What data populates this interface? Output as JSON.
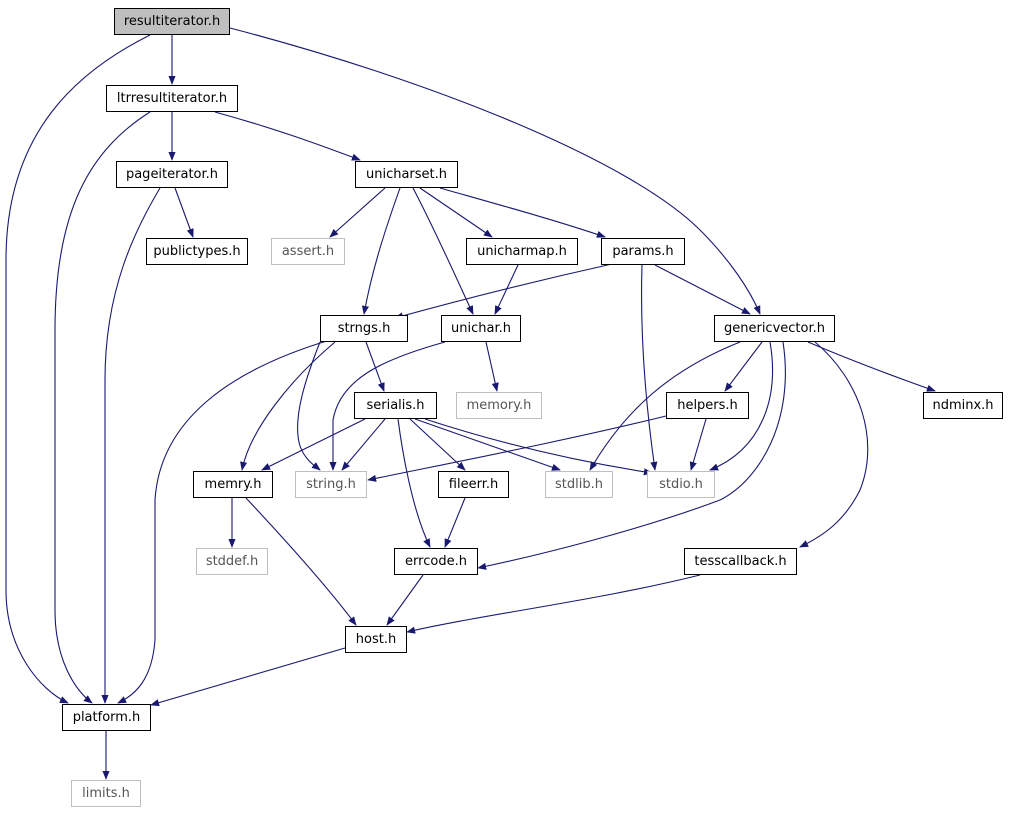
{
  "colors": {
    "edge": "#191970",
    "root_fill": "#bfbfbf",
    "external_border": "#bfbfbf",
    "node_border": "#000000"
  },
  "nodes": {
    "resultiterator": "resultiterator.h",
    "ltrresultiterator": "ltrresultiterator.h",
    "pageiterator": "pageiterator.h",
    "unicharset": "unicharset.h",
    "publictypes": "publictypes.h",
    "assert": "assert.h",
    "unicharmap": "unicharmap.h",
    "params": "params.h",
    "strngs": "strngs.h",
    "unichar": "unichar.h",
    "genericvector": "genericvector.h",
    "memory": "memory.h",
    "serialis": "serialis.h",
    "helpers": "helpers.h",
    "ndminx": "ndminx.h",
    "memry": "memry.h",
    "string": "string.h",
    "fileerr": "fileerr.h",
    "stdlib": "stdlib.h",
    "stdio": "stdio.h",
    "stddef": "stddef.h",
    "errcode": "errcode.h",
    "tesscallback": "tesscallback.h",
    "host": "host.h",
    "platform": "platform.h",
    "limits": "limits.h"
  }
}
